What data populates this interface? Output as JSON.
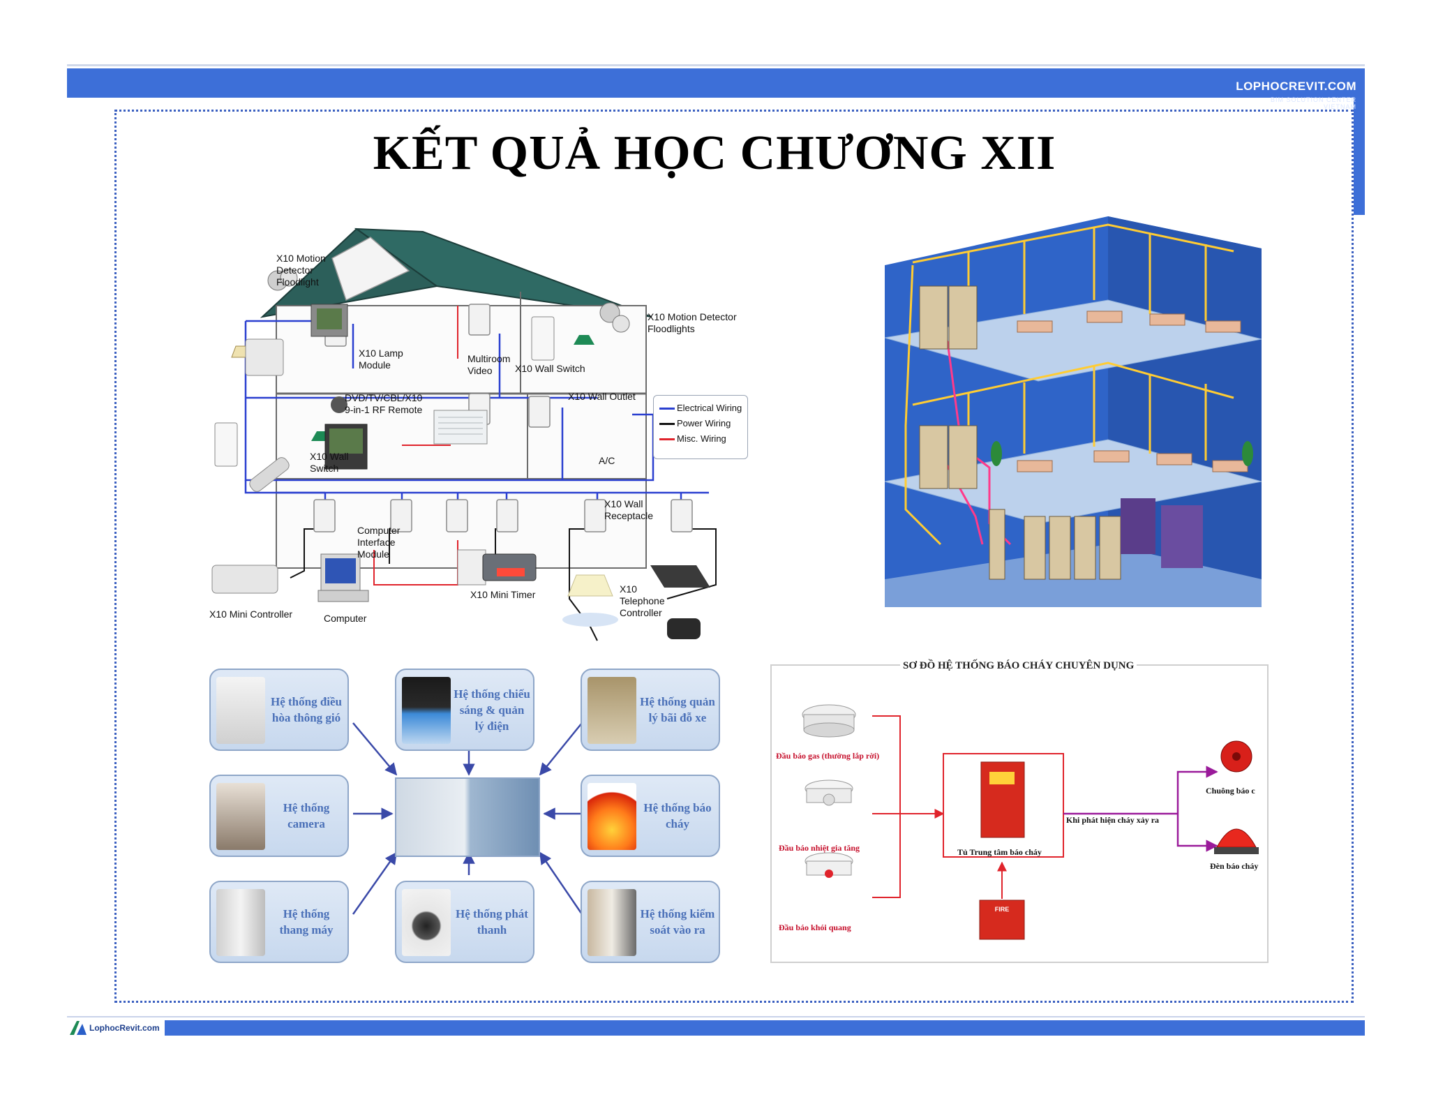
{
  "slide": {
    "title": "KẾT QUẢ HỌC CHƯƠNG XII",
    "brand": {
      "name": "LOPHOCREVIT.COM",
      "line1": "BIM SOLUTION CENTER",
      "line2": "VIETNAM"
    },
    "footer_logo": "LophocRevit.com"
  },
  "house": {
    "labels": {
      "motion_floodlight": "X10 Motion\nDetector\nFloodlight",
      "motion_floodlights_right": "X10 Motion Detector\nFloodlights",
      "lamp_module": "X10 Lamp\nModule",
      "multiroom_video": "Multiroom\nVideo",
      "wall_switch_top": "X10 Wall Switch",
      "remote": "DVD/TV/CBL/X10\n9-in-1 RF Remote",
      "wall_outlet": "X10 Wall Outlet",
      "wall_switch_left": "X10 Wall\nSwitch",
      "ac": "A/C",
      "computer_interface": "Computer\nInterface\nModule",
      "wall_receptacle": "X10 Wall\nReceptacle",
      "mini_controller": "X10 Mini Controller",
      "computer": "Computer",
      "mini_timer": "X10 Mini Timer",
      "telephone_controller": "X10\nTelephone\nController"
    },
    "legend": [
      {
        "label": "Electrical Wiring",
        "color": "#2a3fd0"
      },
      {
        "label": "Power Wiring",
        "color": "#111111"
      },
      {
        "label": "Misc. Wiring",
        "color": "#e0232b"
      }
    ]
  },
  "hub": {
    "boxes": [
      {
        "label": "Hệ thống điều hòa thông gió",
        "icon": "hvac-icon"
      },
      {
        "label": "Hệ thống chiếu sáng & quản lý điện",
        "icon": "lighting-icon"
      },
      {
        "label": "Hệ thống quản lý bãi đỗ xe",
        "icon": "parking-icon"
      },
      {
        "label": "Hệ thống camera",
        "icon": "camera-icon"
      },
      {
        "label": "Hệ thống báo cháy",
        "icon": "fire-icon"
      },
      {
        "label": "Hệ thống thang máy",
        "icon": "elevator-icon"
      },
      {
        "label": "Hệ thống phát thanh",
        "icon": "speaker-icon"
      },
      {
        "label": "Hệ thống kiểm soát vào ra",
        "icon": "access-control-icon"
      }
    ]
  },
  "fire_alarm": {
    "title": "SƠ ĐỒ HỆ THỐNG BÁO CHÁY CHUYÊN DỤNG",
    "gas_detector": "Đầu báo gas (thường lắp rời)",
    "heat_detector": "Đầu báo nhiệt gia tăng",
    "smoke_detector": "Đầu báo khói quang",
    "panel": "Tủ Trung tâm báo cháy",
    "trigger": "Khi phát hiện cháy xảy ra",
    "bell": "Chuông báo c",
    "strobe": "Đèn báo cháy",
    "manual_call_point": "FIRE"
  }
}
